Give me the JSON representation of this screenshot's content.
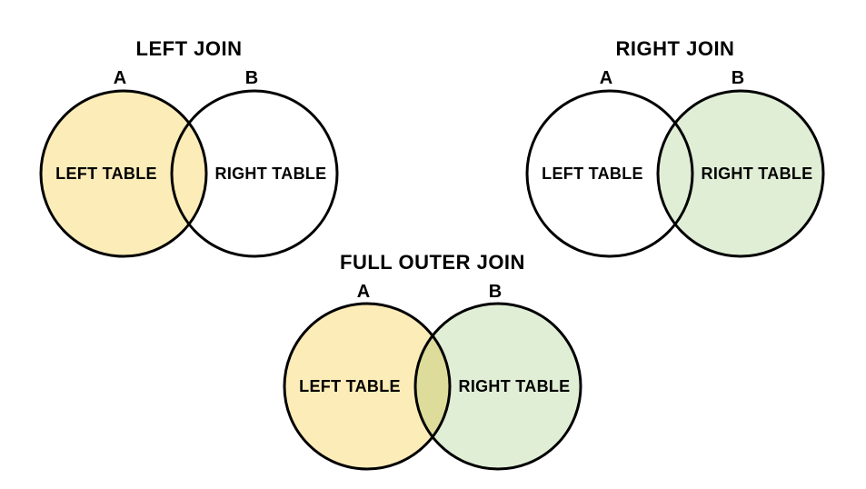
{
  "canvas": {
    "background": "#FFFFFF",
    "outline_color": "#000000",
    "text_color": "#000000"
  },
  "diagrams": {
    "left_join": {
      "title": "LEFT JOIN",
      "label_a": "A",
      "label_b": "B",
      "circle_a_text": "LEFT TABLE",
      "circle_b_text": "RIGHT TABLE",
      "fill_a": "#FCECB8",
      "fill_b": "#FFFFFF",
      "fill_overlap": "#FCECB8"
    },
    "right_join": {
      "title": "RIGHT JOIN",
      "label_a": "A",
      "label_b": "B",
      "circle_a_text": "LEFT TABLE",
      "circle_b_text": "RIGHT TABLE",
      "fill_a": "#FFFFFF",
      "fill_b": "#E0EED6",
      "fill_overlap": "#E0EED6"
    },
    "full_outer_join": {
      "title": "FULL OUTER JOIN",
      "label_a": "A",
      "label_b": "B",
      "circle_a_text": "LEFT TABLE",
      "circle_b_text": "RIGHT TABLE",
      "fill_a": "#FCECB8",
      "fill_b": "#E0EED6",
      "fill_overlap": "#DDDC9A"
    }
  }
}
